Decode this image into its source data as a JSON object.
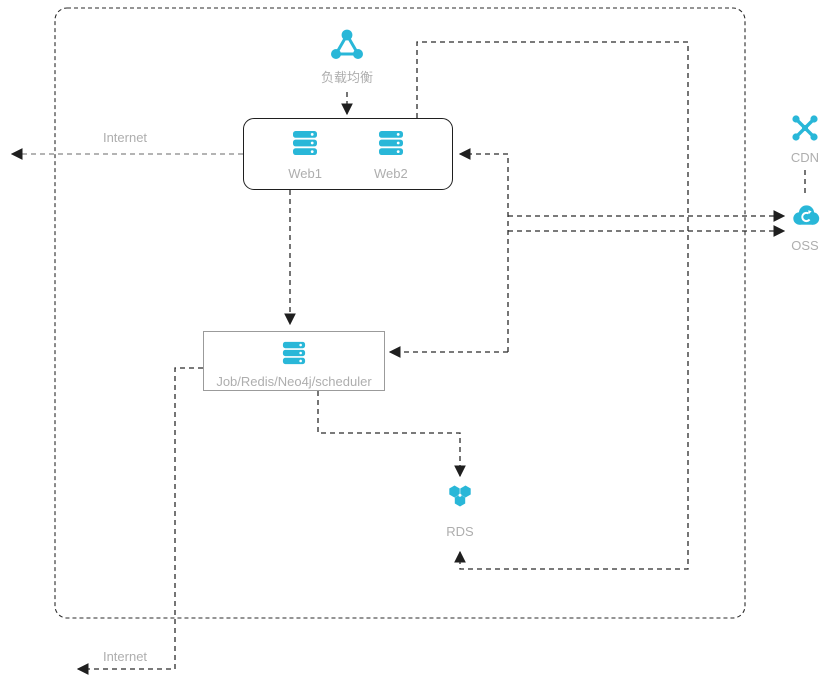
{
  "colors": {
    "accent": "#29b7d8",
    "line": "#2b2b2b",
    "line_soft": "#878787",
    "label": "#aeaeae",
    "box_border_dark": "#1f1f1f",
    "box_border_gray": "#9b9b9b"
  },
  "nodes": {
    "load_balancer": {
      "label": "负载均衡"
    },
    "web_box": {
      "servers": [
        {
          "label": "Web1"
        },
        {
          "label": "Web2"
        }
      ]
    },
    "job_box": {
      "label": "Job/Redis/Neo4j/scheduler"
    },
    "rds": {
      "label": "RDS"
    },
    "cdn": {
      "label": "CDN"
    },
    "oss": {
      "label": "OSS"
    },
    "internet_top": {
      "label": "Internet"
    },
    "internet_bottom": {
      "label": "Internet"
    }
  },
  "icons": {
    "load_balancer": "load-balancer-icon",
    "web1": "server-icon",
    "web2": "server-icon",
    "job": "server-icon",
    "rds": "rds-hexagons-icon",
    "cdn": "cdn-network-icon",
    "oss": "oss-cloud-icon"
  }
}
